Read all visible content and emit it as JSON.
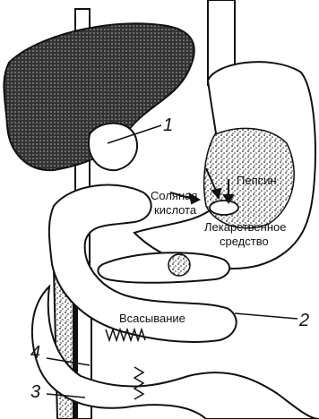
{
  "labels": {
    "hydrochloric_acid_1": "Соляная",
    "hydrochloric_acid_2": "кислота",
    "pepsin": "Пепсин",
    "drug_1": "Лекарственное",
    "drug_2": "средство",
    "absorption": "Всасывание"
  },
  "callouts": {
    "one": "1",
    "two": "2",
    "three": "3",
    "four": "4"
  },
  "colors": {
    "ink": "#111111",
    "paper": "#ffffff"
  }
}
